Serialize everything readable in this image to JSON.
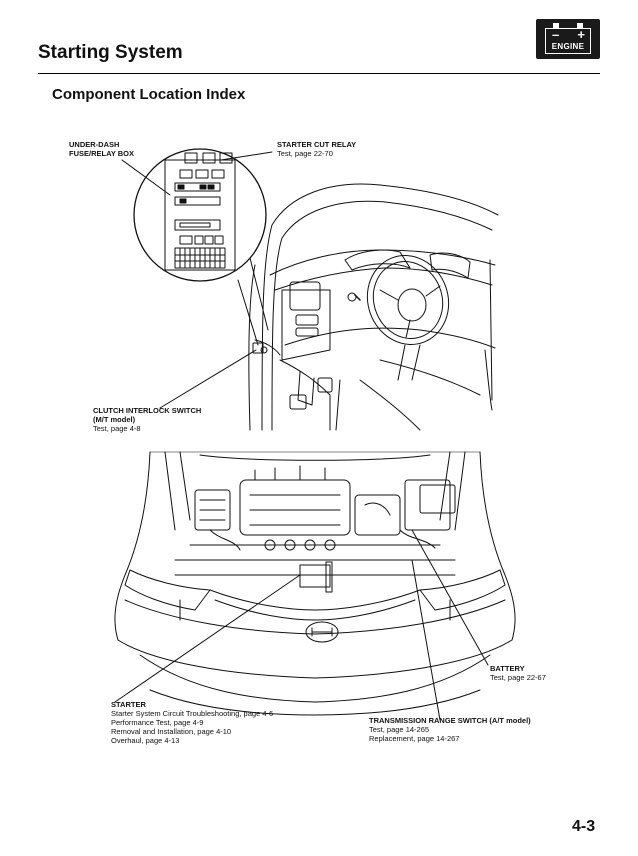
{
  "header": {
    "title": "Starting System",
    "badge_label": "ENGINE",
    "badge_minus": "–",
    "badge_plus": "+"
  },
  "section": {
    "title": "Component Location Index"
  },
  "callouts": {
    "underdash": {
      "name_line1": "UNDER-DASH",
      "name_line2": "FUSE/RELAY BOX"
    },
    "cut_relay": {
      "name": "STARTER CUT RELAY",
      "lines": [
        "Test, page 22-70"
      ]
    },
    "clutch": {
      "name_line1": "CLUTCH INTERLOCK SWITCH",
      "name_line2": "(M/T model)",
      "lines": [
        "Test, page 4-8"
      ]
    },
    "battery": {
      "name": "BATTERY",
      "lines": [
        "Test, page 22-67"
      ]
    },
    "starter": {
      "name": "STARTER",
      "lines": [
        "Starter System Circuit Troubleshooting, page 4-6",
        "Performance Test, page 4-9",
        "Removal and Installation, page 4-10",
        "Overhaul, page 4-13"
      ]
    },
    "trs": {
      "name": "TRANSMISSION RANGE SWITCH (A/T model)",
      "lines": [
        "Test, page 14-265",
        "Replacement, page 14-267"
      ]
    }
  },
  "footer": {
    "page_number": "4-3"
  }
}
